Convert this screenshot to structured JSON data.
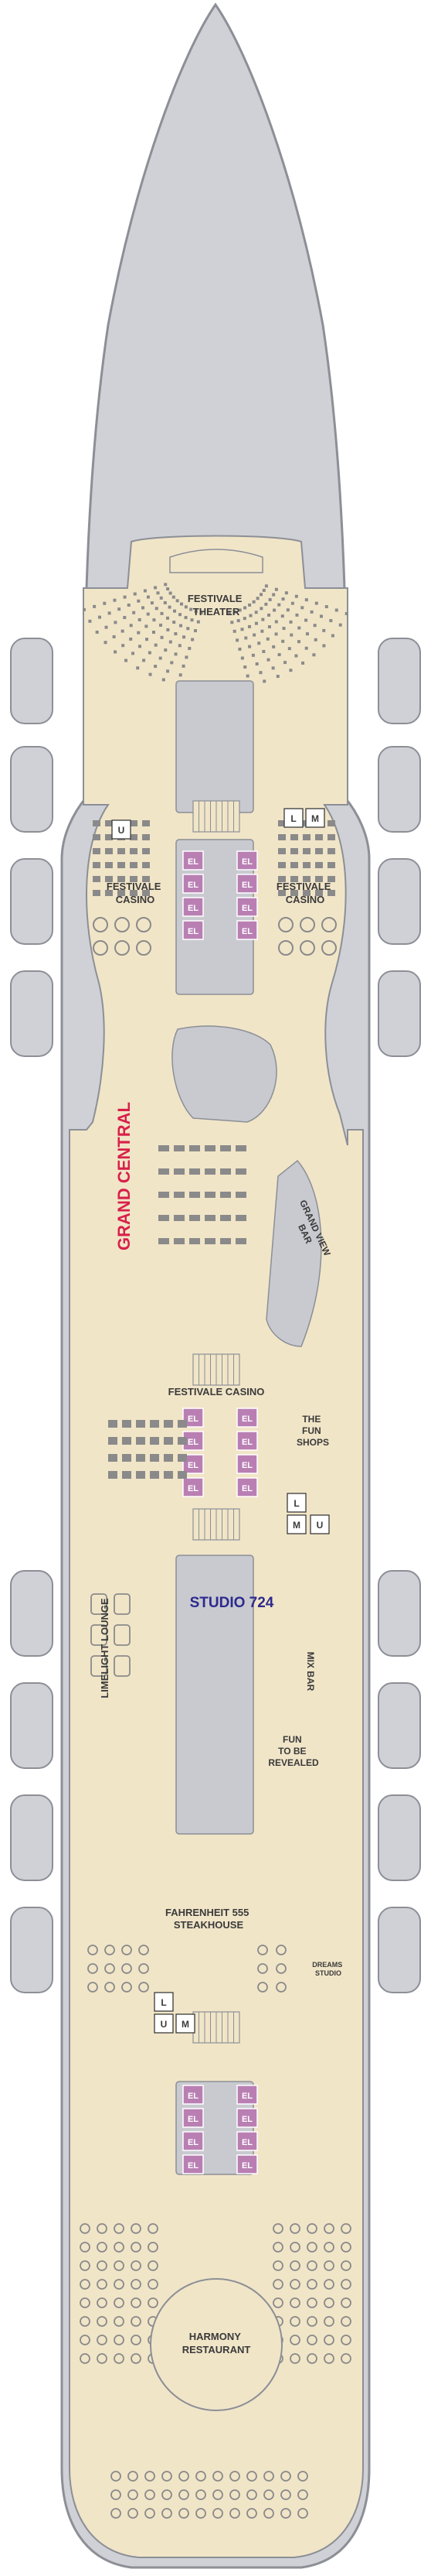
{
  "colors": {
    "hull": "#cfd1d6",
    "hull_stroke": "#8c8f96",
    "deck": "#f1e5c8",
    "deck_stroke": "#8c8f96",
    "void": "#c8cad0",
    "elevator": "#b97fb3",
    "grand_central": "#d8204a",
    "studio": "#2d2a8c",
    "label": "#3a3a3a",
    "seat": "#8a8a8a"
  },
  "labels": {
    "festivale_theater": [
      "FESTIVALE",
      "THEATER"
    ],
    "festivale_casino_left": [
      "FESTIVALE",
      "CASINO"
    ],
    "festivale_casino_right": [
      "FESTIVALE",
      "CASINO"
    ],
    "grand_central": "GRAND CENTRAL",
    "grand_view_bar": [
      "GRAND VIEW",
      "BAR"
    ],
    "festivale_casino_aft": "FESTIVALE CASINO",
    "fun_shops": [
      "THE",
      "FUN",
      "SHOPS"
    ],
    "limelight_lounge": "LIMELIGHT LOUNGE",
    "studio_724": "STUDIO 724",
    "mix_bar": "MIX BAR",
    "fun_to_be_revealed": [
      "FUN",
      "TO BE",
      "REVEALED"
    ],
    "fahrenheit": [
      "FAHRENHEIT 555",
      "STEAKHOUSE"
    ],
    "dreams_studio": [
      "DREAMS",
      "STUDIO"
    ],
    "harmony_restaurant": [
      "HARMONY",
      "RESTAURANT"
    ]
  },
  "symbols": {
    "elevator": "EL",
    "lavatory": "L",
    "men": "M",
    "women": "U"
  }
}
